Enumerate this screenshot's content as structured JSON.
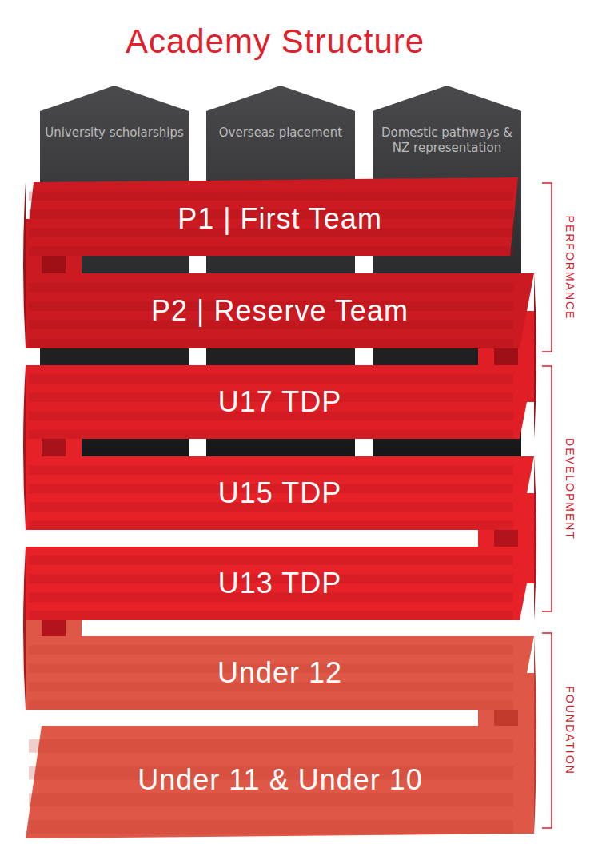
{
  "diagram": {
    "title": "Academy Structure",
    "nodes": [
      {
        "text": [
          "University scholarships"
        ]
      },
      {
        "text": [
          "Overseas placement"
        ]
      },
      {
        "text": [
          "Domestic pathways & NZ representation"
        ]
      },
      {
        "text": [
          "P1 | First Team"
        ]
      },
      {
        "text": [
          "P2 | Reserve Team"
        ]
      },
      {
        "text": [
          "U17 TDP"
        ]
      },
      {
        "text": [
          "U15 TDP"
        ]
      },
      {
        "text": [
          "U13 TDP"
        ]
      },
      {
        "text": [
          "Under 12"
        ]
      },
      {
        "text": [
          "Under 11 & Under 10"
        ]
      }
    ],
    "labels": [
      "PERFORMANCE",
      "DEVELOPMENT",
      "FOUNDATION"
    ]
  }
}
